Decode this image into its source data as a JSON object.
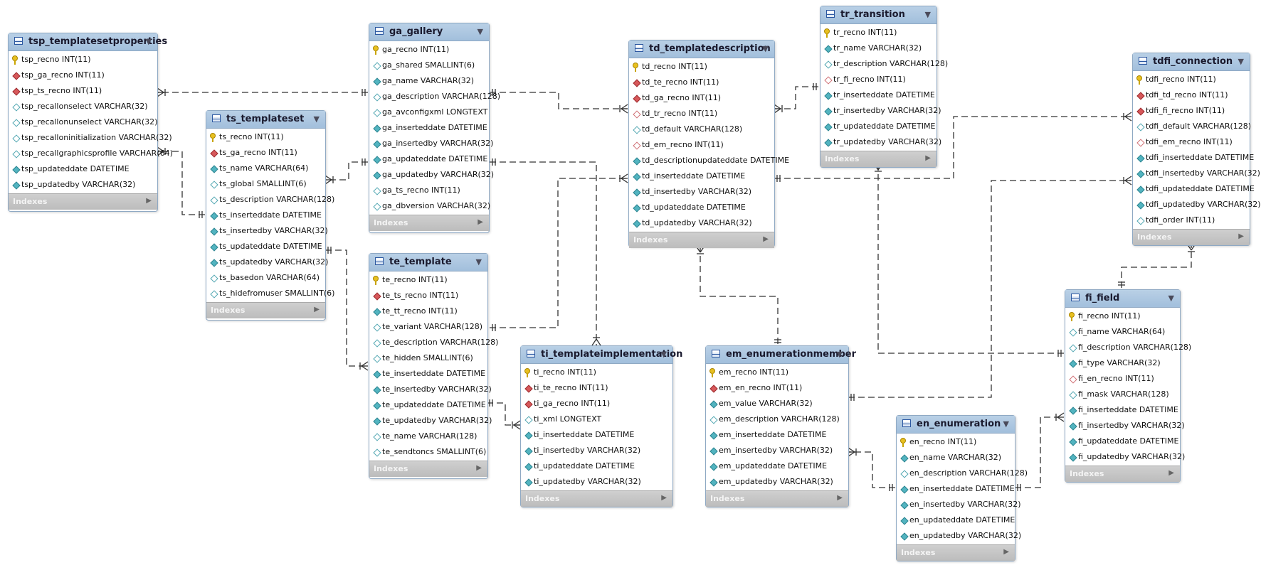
{
  "tables": [
    {
      "id": "tsp",
      "name": "tsp_templatesetproperties",
      "columns": [
        {
          "name": "tsp_recno INT(11)",
          "key": "pk"
        },
        {
          "name": "tsp_ga_recno INT(11)",
          "key": "fk"
        },
        {
          "name": "tsp_ts_recno INT(11)",
          "key": "fk"
        },
        {
          "name": "tsp_recallonselect VARCHAR(32)",
          "key": "nl"
        },
        {
          "name": "tsp_recallonunselect VARCHAR(32)",
          "key": "nl"
        },
        {
          "name": "tsp_recalloninitialization VARCHAR(32)",
          "key": "nl"
        },
        {
          "name": "tsp_recallgraphicsprofile VARCHAR(64)",
          "key": "nl"
        },
        {
          "name": "tsp_updateddate DATETIME",
          "key": "nn"
        },
        {
          "name": "tsp_updatedby VARCHAR(32)",
          "key": "nn"
        }
      ]
    },
    {
      "id": "ts",
      "name": "ts_templateset",
      "columns": [
        {
          "name": "ts_recno INT(11)",
          "key": "pk"
        },
        {
          "name": "ts_ga_recno INT(11)",
          "key": "fk"
        },
        {
          "name": "ts_name VARCHAR(64)",
          "key": "nn"
        },
        {
          "name": "ts_global SMALLINT(6)",
          "key": "nl"
        },
        {
          "name": "ts_description VARCHAR(128)",
          "key": "nl"
        },
        {
          "name": "ts_inserteddate DATETIME",
          "key": "nn"
        },
        {
          "name": "ts_insertedby VARCHAR(32)",
          "key": "nn"
        },
        {
          "name": "ts_updateddate DATETIME",
          "key": "nn"
        },
        {
          "name": "ts_updatedby VARCHAR(32)",
          "key": "nn"
        },
        {
          "name": "ts_basedon VARCHAR(64)",
          "key": "nl"
        },
        {
          "name": "ts_hidefromuser SMALLINT(6)",
          "key": "nl"
        }
      ]
    },
    {
      "id": "ga",
      "name": "ga_gallery",
      "columns": [
        {
          "name": "ga_recno INT(11)",
          "key": "pk"
        },
        {
          "name": "ga_shared SMALLINT(6)",
          "key": "nl"
        },
        {
          "name": "ga_name VARCHAR(32)",
          "key": "nn"
        },
        {
          "name": "ga_description VARCHAR(128)",
          "key": "nl"
        },
        {
          "name": "ga_avconfigxml LONGTEXT",
          "key": "nl"
        },
        {
          "name": "ga_inserteddate DATETIME",
          "key": "nn"
        },
        {
          "name": "ga_insertedby VARCHAR(32)",
          "key": "nn"
        },
        {
          "name": "ga_updateddate DATETIME",
          "key": "nn"
        },
        {
          "name": "ga_updatedby VARCHAR(32)",
          "key": "nn"
        },
        {
          "name": "ga_ts_recno INT(11)",
          "key": "nl"
        },
        {
          "name": "ga_dbversion VARCHAR(32)",
          "key": "nl"
        }
      ]
    },
    {
      "id": "te",
      "name": "te_template",
      "columns": [
        {
          "name": "te_recno INT(11)",
          "key": "pk"
        },
        {
          "name": "te_ts_recno INT(11)",
          "key": "fk"
        },
        {
          "name": "te_tt_recno INT(11)",
          "key": "nn"
        },
        {
          "name": "te_variant VARCHAR(128)",
          "key": "nl"
        },
        {
          "name": "te_description VARCHAR(128)",
          "key": "nl"
        },
        {
          "name": "te_hidden SMALLINT(6)",
          "key": "nl"
        },
        {
          "name": "te_inserteddate DATETIME",
          "key": "nn"
        },
        {
          "name": "te_insertedby VARCHAR(32)",
          "key": "nn"
        },
        {
          "name": "te_updateddate DATETIME",
          "key": "nn"
        },
        {
          "name": "te_updatedby VARCHAR(32)",
          "key": "nn"
        },
        {
          "name": "te_name VARCHAR(128)",
          "key": "nl"
        },
        {
          "name": "te_sendtoncs SMALLINT(6)",
          "key": "nl"
        }
      ]
    },
    {
      "id": "ti",
      "name": "ti_templateimplementation",
      "columns": [
        {
          "name": "ti_recno INT(11)",
          "key": "pk"
        },
        {
          "name": "ti_te_recno INT(11)",
          "key": "fk"
        },
        {
          "name": "ti_ga_recno INT(11)",
          "key": "fk"
        },
        {
          "name": "ti_xml LONGTEXT",
          "key": "nl"
        },
        {
          "name": "ti_inserteddate DATETIME",
          "key": "nn"
        },
        {
          "name": "ti_insertedby VARCHAR(32)",
          "key": "nn"
        },
        {
          "name": "ti_updateddate DATETIME",
          "key": "nn"
        },
        {
          "name": "ti_updatedby VARCHAR(32)",
          "key": "nn"
        }
      ]
    },
    {
      "id": "td",
      "name": "td_templatedescription",
      "columns": [
        {
          "name": "td_recno INT(11)",
          "key": "pk"
        },
        {
          "name": "td_te_recno INT(11)",
          "key": "fk"
        },
        {
          "name": "td_ga_recno INT(11)",
          "key": "fk"
        },
        {
          "name": "td_tr_recno INT(11)",
          "key": "nf"
        },
        {
          "name": "td_default VARCHAR(128)",
          "key": "nl"
        },
        {
          "name": "td_em_recno INT(11)",
          "key": "nf"
        },
        {
          "name": "td_descriptionupdateddate DATETIME",
          "key": "nn"
        },
        {
          "name": "td_inserteddate DATETIME",
          "key": "nn"
        },
        {
          "name": "td_insertedby VARCHAR(32)",
          "key": "nn"
        },
        {
          "name": "td_updateddate DATETIME",
          "key": "nn"
        },
        {
          "name": "td_updatedby VARCHAR(32)",
          "key": "nn"
        }
      ]
    },
    {
      "id": "em",
      "name": "em_enumerationmember",
      "columns": [
        {
          "name": "em_recno INT(11)",
          "key": "pk"
        },
        {
          "name": "em_en_recno INT(11)",
          "key": "fk"
        },
        {
          "name": "em_value VARCHAR(32)",
          "key": "nn"
        },
        {
          "name": "em_description VARCHAR(128)",
          "key": "nl"
        },
        {
          "name": "em_inserteddate DATETIME",
          "key": "nn"
        },
        {
          "name": "em_insertedby VARCHAR(32)",
          "key": "nn"
        },
        {
          "name": "em_updateddate DATETIME",
          "key": "nn"
        },
        {
          "name": "em_updatedby VARCHAR(32)",
          "key": "nn"
        }
      ]
    },
    {
      "id": "tr",
      "name": "tr_transition",
      "columns": [
        {
          "name": "tr_recno INT(11)",
          "key": "pk"
        },
        {
          "name": "tr_name VARCHAR(32)",
          "key": "nn"
        },
        {
          "name": "tr_description VARCHAR(128)",
          "key": "nl"
        },
        {
          "name": "tr_fi_recno INT(11)",
          "key": "nf"
        },
        {
          "name": "tr_inserteddate DATETIME",
          "key": "nn"
        },
        {
          "name": "tr_insertedby VARCHAR(32)",
          "key": "nn"
        },
        {
          "name": "tr_updateddate DATETIME",
          "key": "nn"
        },
        {
          "name": "tr_updatedby VARCHAR(32)",
          "key": "nn"
        }
      ]
    },
    {
      "id": "tdfi",
      "name": "tdfi_connection",
      "columns": [
        {
          "name": "tdfi_recno INT(11)",
          "key": "pk"
        },
        {
          "name": "tdfi_td_recno INT(11)",
          "key": "fk"
        },
        {
          "name": "tdfi_fi_recno INT(11)",
          "key": "fk"
        },
        {
          "name": "tdfi_default VARCHAR(128)",
          "key": "nl"
        },
        {
          "name": "tdfi_em_recno INT(11)",
          "key": "nf"
        },
        {
          "name": "tdfi_inserteddate DATETIME",
          "key": "nn"
        },
        {
          "name": "tdfi_insertedby VARCHAR(32)",
          "key": "nn"
        },
        {
          "name": "tdfi_updateddate DATETIME",
          "key": "nn"
        },
        {
          "name": "tdfi_updatedby VARCHAR(32)",
          "key": "nn"
        },
        {
          "name": "tdfi_order INT(11)",
          "key": "nl"
        }
      ]
    },
    {
      "id": "fi",
      "name": "fi_field",
      "columns": [
        {
          "name": "fi_recno INT(11)",
          "key": "pk"
        },
        {
          "name": "fi_name VARCHAR(64)",
          "key": "nl"
        },
        {
          "name": "fi_description VARCHAR(128)",
          "key": "nl"
        },
        {
          "name": "fi_type VARCHAR(32)",
          "key": "nn"
        },
        {
          "name": "fi_en_recno INT(11)",
          "key": "nf"
        },
        {
          "name": "fi_mask VARCHAR(128)",
          "key": "nl"
        },
        {
          "name": "fi_inserteddate DATETIME",
          "key": "nn"
        },
        {
          "name": "fi_insertedby VARCHAR(32)",
          "key": "nn"
        },
        {
          "name": "fi_updateddate DATETIME",
          "key": "nn"
        },
        {
          "name": "fi_updatedby VARCHAR(32)",
          "key": "nn"
        }
      ]
    },
    {
      "id": "en",
      "name": "en_enumeration",
      "columns": [
        {
          "name": "en_recno INT(11)",
          "key": "pk"
        },
        {
          "name": "en_name VARCHAR(32)",
          "key": "nn"
        },
        {
          "name": "en_description VARCHAR(128)",
          "key": "nl"
        },
        {
          "name": "en_inserteddate DATETIME",
          "key": "nn"
        },
        {
          "name": "en_insertedby VARCHAR(32)",
          "key": "nn"
        },
        {
          "name": "en_updateddate DATETIME",
          "key": "nn"
        },
        {
          "name": "en_updatedby VARCHAR(32)",
          "key": "nn"
        }
      ]
    }
  ],
  "indexes_label": "Indexes",
  "relationships": [
    {
      "from": "ga",
      "to": "tsp"
    },
    {
      "from": "ts",
      "to": "tsp"
    },
    {
      "from": "ga",
      "to": "ts"
    },
    {
      "from": "ts",
      "to": "te"
    },
    {
      "from": "ga",
      "to": "ti"
    },
    {
      "from": "te",
      "to": "ti"
    },
    {
      "from": "ga",
      "to": "td"
    },
    {
      "from": "te",
      "to": "td"
    },
    {
      "from": "td",
      "to": "tr"
    },
    {
      "from": "td",
      "to": "tdfi"
    },
    {
      "from": "td",
      "to": "em"
    },
    {
      "from": "em",
      "to": "tdfi"
    },
    {
      "from": "fi",
      "to": "tdfi"
    },
    {
      "from": "fi",
      "to": "tr"
    },
    {
      "from": "en",
      "to": "em"
    },
    {
      "from": "en",
      "to": "fi"
    }
  ]
}
